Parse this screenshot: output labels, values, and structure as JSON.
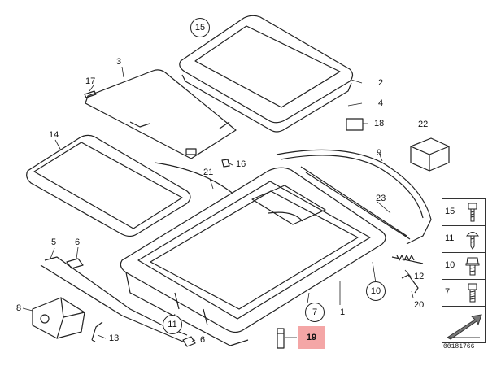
{
  "diagram": {
    "highlight_color": "#f4a6a6",
    "reference_number": "00181766",
    "callouts": {
      "c1": "1",
      "c2": "2",
      "c3": "3",
      "c4": "4",
      "c5": "5",
      "c6a": "6",
      "c6b": "6",
      "c7": "7",
      "c8": "8",
      "c9": "9",
      "c10": "10",
      "c11": "11",
      "c12": "12",
      "c13": "13",
      "c14": "14",
      "c15": "15",
      "c16": "16",
      "c17": "17",
      "c18": "18",
      "c19": "19",
      "c20": "20",
      "c21": "21",
      "c22": "22",
      "c23": "23"
    },
    "hardware_panel": {
      "items": [
        {
          "number": "15",
          "icon": "hex-socket-bolt-icon"
        },
        {
          "number": "11",
          "icon": "round-head-screw-icon"
        },
        {
          "number": "10",
          "icon": "hex-flange-bolt-icon"
        },
        {
          "number": "7",
          "icon": "hex-socket-screw-icon"
        }
      ],
      "footer_icon": "direction-arrow-icon"
    }
  }
}
